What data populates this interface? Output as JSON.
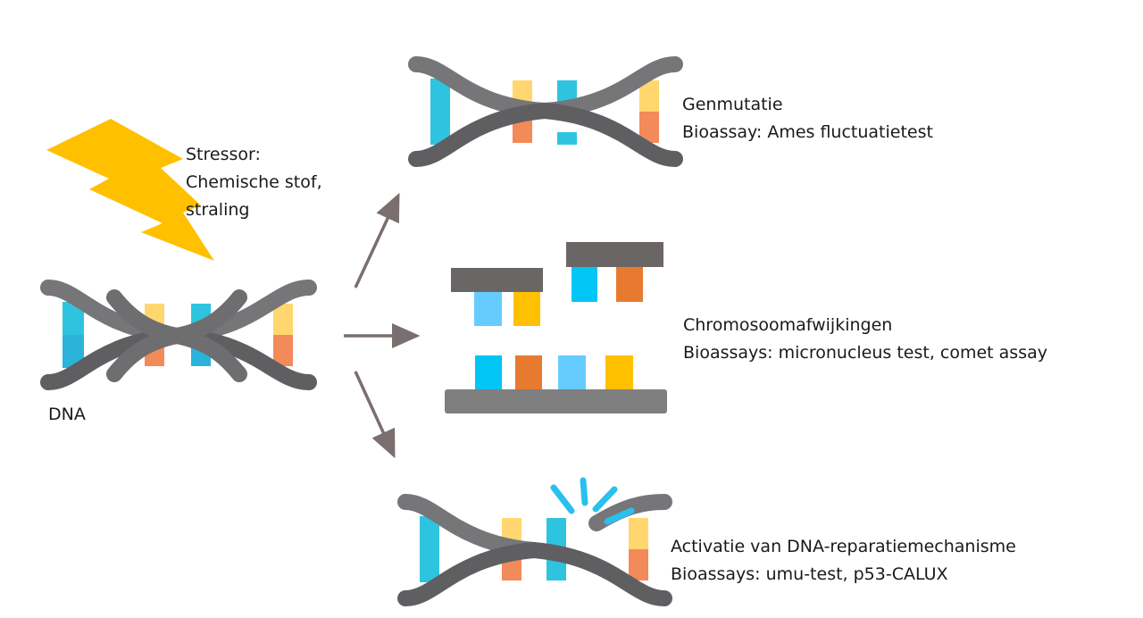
{
  "stressor": {
    "lines": [
      "Stressor:",
      "Chemische stof,",
      "straling"
    ]
  },
  "dna_label": "DNA",
  "outcomes": [
    {
      "title": "Genmutatie",
      "bioassay": "Bioassay: Ames fluctuatietest"
    },
    {
      "title": "Chromosoomafwijkingen",
      "bioassay": "Bioassays: micronucleus test, comet assay"
    },
    {
      "title": "Activatie van DNA-reparatiemechanisme",
      "bioassay": "Bioassays: umu-test, p53-CALUX"
    }
  ],
  "colors": {
    "backbone": "#6e6e70",
    "arrow": "#7a6e6e",
    "lightning": "#ffc000",
    "base_cyan": "#2ec4e0",
    "base_yellow": "#ffd76e",
    "base_orange": "#f28a5a",
    "chromosome_bar": "#6b6666",
    "chromosome_floor": "#7f7f7f",
    "sq_blue": "#00c5f5",
    "sq_orange": "#e87a30",
    "sq_lightblue": "#66ccff",
    "sq_yellow": "#ffc000",
    "break_mark": "#29c0ee"
  }
}
